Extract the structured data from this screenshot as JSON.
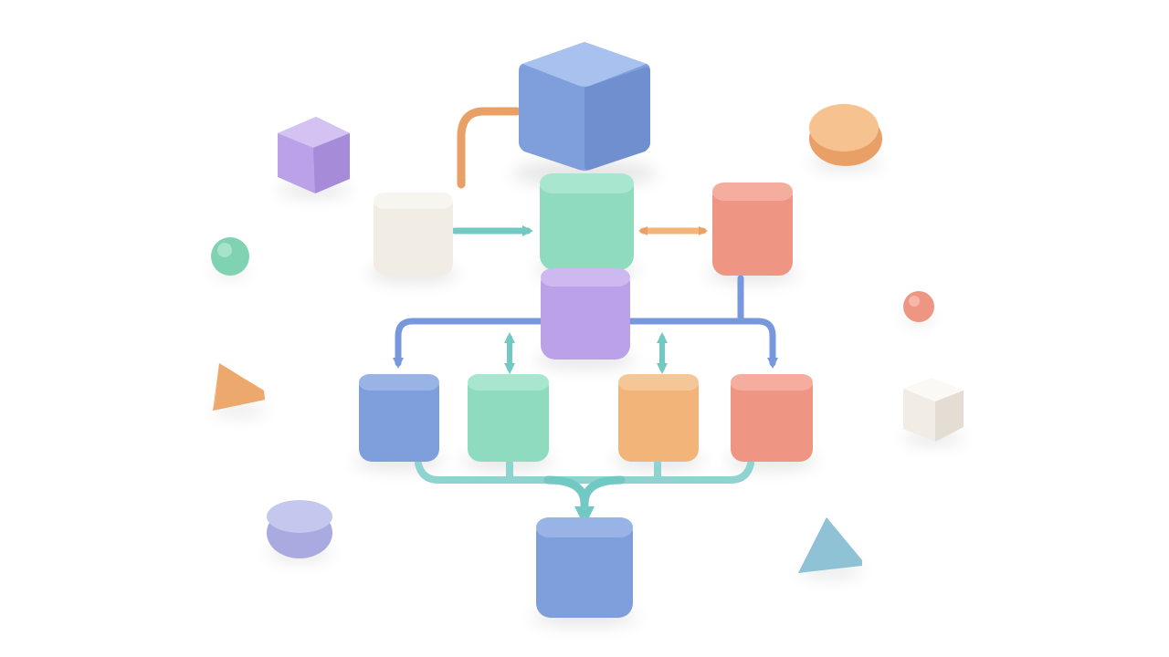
{
  "palette": {
    "blue": "#7e9fdc",
    "mint": "#8edbc0",
    "coral": "#ef9583",
    "purple": "#bba2e8",
    "cream": "#f1ece4",
    "orange": "#f2b478",
    "teal": "#7fd2b2",
    "periwinkle": "#a9abe0",
    "skyblue": "#a7d3e2",
    "connector_orange": "#e9a066",
    "connector_blue": "#7898dd",
    "connector_teal": "#72c9c3"
  },
  "diagram": {
    "nodes": [
      {
        "id": "top-cube",
        "color": "blue",
        "shape": "cube"
      },
      {
        "id": "center-block",
        "color": "mint",
        "shape": "block"
      },
      {
        "id": "left-block",
        "color": "cream",
        "shape": "block"
      },
      {
        "id": "right-block",
        "color": "coral",
        "shape": "block"
      },
      {
        "id": "hub-block",
        "color": "purple",
        "shape": "block"
      },
      {
        "id": "child-1",
        "color": "blue",
        "shape": "block"
      },
      {
        "id": "child-2",
        "color": "mint",
        "shape": "block"
      },
      {
        "id": "child-3",
        "color": "orange",
        "shape": "block"
      },
      {
        "id": "child-4",
        "color": "coral",
        "shape": "block"
      },
      {
        "id": "bottom-block",
        "color": "blue",
        "shape": "block"
      }
    ],
    "connections": [
      {
        "from": "top-cube",
        "to": "left-block",
        "color": "connector_orange",
        "direction": "forward"
      },
      {
        "from": "left-block",
        "to": "center-block",
        "color": "connector_teal",
        "direction": "forward"
      },
      {
        "from": "center-block",
        "to": "right-block",
        "color": "connector_orange",
        "direction": "both"
      },
      {
        "from": "hub-block",
        "to": "child-1",
        "color": "connector_blue",
        "direction": "forward"
      },
      {
        "from": "right-block",
        "to": "child-4",
        "color": "connector_blue",
        "direction": "forward"
      },
      {
        "from": "hub-block",
        "to": "child-2",
        "color": "connector_teal",
        "direction": "both"
      },
      {
        "from": "hub-block",
        "to": "child-3",
        "color": "connector_teal",
        "direction": "both"
      },
      {
        "from": "child-1",
        "to": "bottom-block",
        "color": "connector_teal",
        "direction": "forward"
      },
      {
        "from": "child-2",
        "to": "bottom-block",
        "color": "connector_teal",
        "direction": "forward"
      },
      {
        "from": "child-3",
        "to": "bottom-block",
        "color": "connector_teal",
        "direction": "forward"
      },
      {
        "from": "child-4",
        "to": "bottom-block",
        "color": "connector_teal",
        "direction": "forward"
      }
    ],
    "decorations": [
      {
        "id": "purple-cube",
        "color": "purple",
        "shape": "cube"
      },
      {
        "id": "orange-disc",
        "color": "orange",
        "shape": "disc"
      },
      {
        "id": "teal-sphere",
        "color": "teal",
        "shape": "sphere"
      },
      {
        "id": "coral-sphere",
        "color": "coral",
        "shape": "sphere"
      },
      {
        "id": "orange-triangle",
        "color": "orange",
        "shape": "triangle"
      },
      {
        "id": "cream-cube",
        "color": "cream",
        "shape": "cube"
      },
      {
        "id": "periwinkle-disc",
        "color": "periwinkle",
        "shape": "disc"
      },
      {
        "id": "skyblue-triangle",
        "color": "skyblue",
        "shape": "triangle"
      }
    ]
  }
}
